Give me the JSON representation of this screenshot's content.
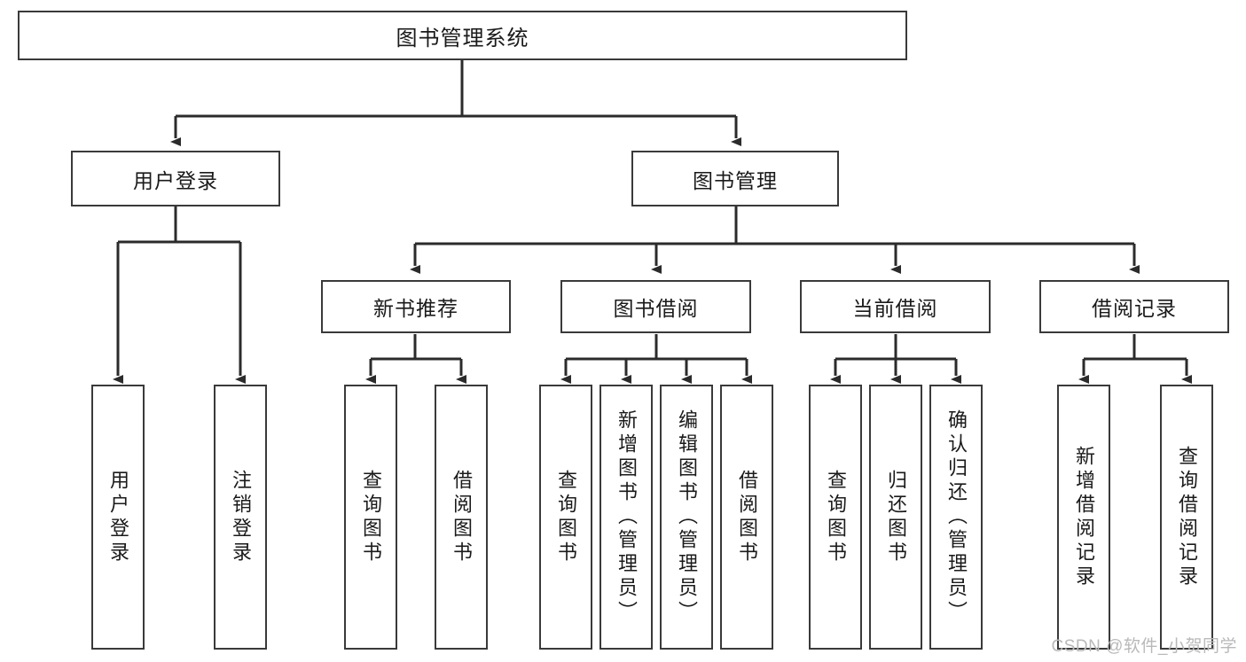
{
  "diagram": {
    "title_node": "图书管理系统",
    "watermark": "CSDN @软件_小贺同学",
    "colors": {
      "box_border": "#3a3a3a",
      "box_fill": "#ffffff",
      "edge": "#2b2b2b",
      "text": "#1a1a1a",
      "watermark": "#b9b9b9"
    },
    "levels": {
      "level1": [
        "图书管理系统"
      ],
      "level2": [
        "用户登录",
        "图书管理"
      ],
      "level3": [
        "新书推荐",
        "图书借阅",
        "当前借阅",
        "借阅记录"
      ],
      "level4": [
        "用户登录",
        "注销登录",
        "查询图书",
        "借阅图书",
        "查询图书",
        "新增图书（管理员）",
        "编辑图书（管理员）",
        "借阅图书",
        "查询图书",
        "归还图书",
        "确认归还（管理员）",
        "新增借阅记录",
        "查询借阅记录"
      ]
    },
    "nodes": {
      "root": "图书管理系统",
      "user_login": "用户登录",
      "book_manage": "图书管理",
      "new_book_rec": "新书推荐",
      "book_borrow": "图书借阅",
      "current_borrow": "当前借阅",
      "borrow_record": "借阅记录",
      "leaf_user_login": "用户登录",
      "leaf_logout": "注销登录",
      "leaf_query_book_1": "查询图书",
      "leaf_borrow_book_1": "借阅图书",
      "leaf_query_book_2": "查询图书",
      "leaf_add_book": "新增图书（管理员）",
      "leaf_edit_book": "编辑图书（管理员）",
      "leaf_borrow_book_2": "借阅图书",
      "leaf_query_book_3": "查询图书",
      "leaf_return_book": "归还图书",
      "leaf_confirm_return": "确认归还（管理员）",
      "leaf_add_record": "新增借阅记录",
      "leaf_query_record": "查询借阅记录"
    }
  }
}
